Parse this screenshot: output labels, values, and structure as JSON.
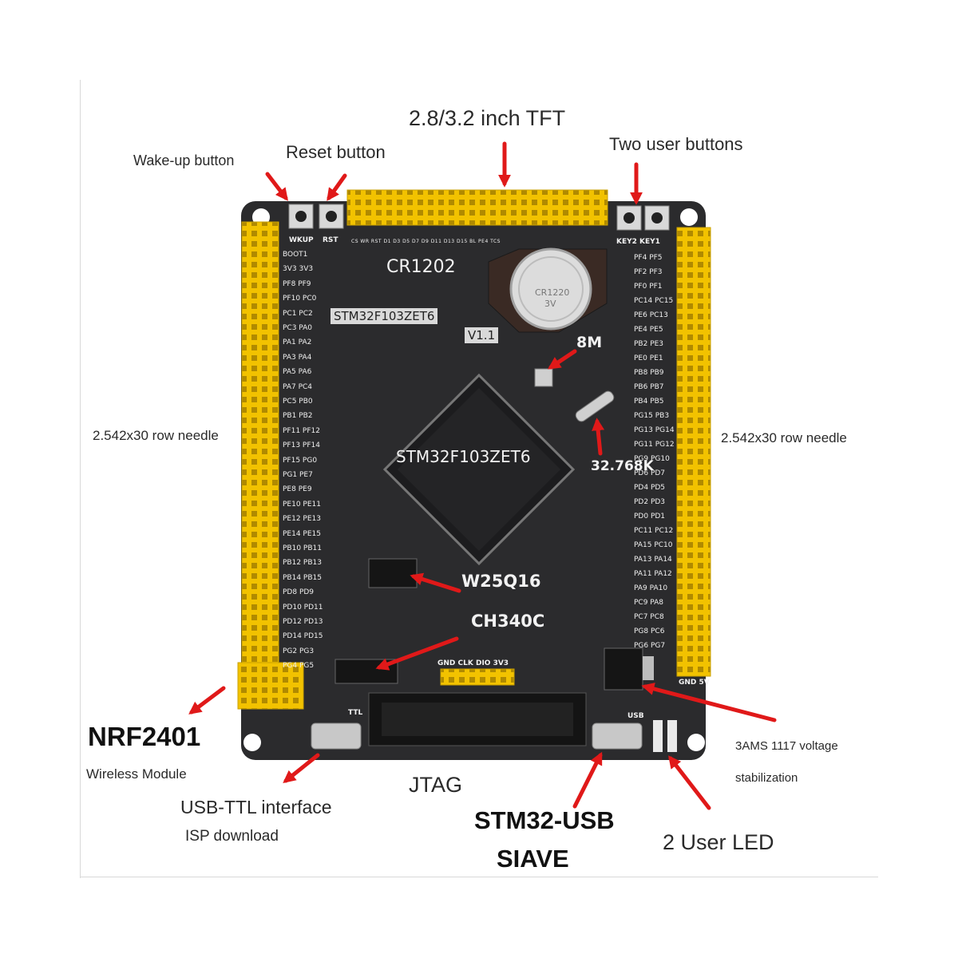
{
  "labels": {
    "tft": "2.8/3.2 inch TFT",
    "reset": "Reset button",
    "wakeup": "Wake-up button",
    "user_buttons": "Two user buttons",
    "row_left": "2.542x30 row needle",
    "row_right": "2.542x30 row needle",
    "nrf": "NRF2401",
    "wireless": "Wireless Module",
    "usb_ttl": "USB-TTL interface",
    "isp": "ISP download",
    "jtag": "JTAG",
    "stm_usb_1": "STM32-USB",
    "stm_usb_2": "SIAVE",
    "led": "2 User LED",
    "ams_1": "3AMS 1117 voltage",
    "ams_2": "stabilization"
  },
  "board": {
    "cr1202": "CR1202",
    "chip_label_top": "STM32F103ZET6",
    "version": "V1.1",
    "crystal_8m": "8M",
    "chip_main": "STM32F103ZET6",
    "crystal_32k": "32.768K",
    "flash": "W25Q16",
    "usb_chip": "CH340C",
    "battery": "CR1220",
    "battery_v": "3V",
    "silk_wkup": "WKUP",
    "silk_rst": "RST",
    "silk_key": "KEY2 KEY1",
    "silk_swd": "GND CLK DIO 3V3",
    "silk_ttl": "TTL",
    "silk_usb": "USB",
    "silk_gnd5v": "GND 5V",
    "tft_pins": "CS  WR  RST  D1  D3  D5  D7  D9  D11  D13  D15  BL  PE4  TCS"
  },
  "pins_left": [
    "BOOT1",
    "3V3 3V3",
    "PF8 PF9",
    "PF10 PC0",
    "PC1 PC2",
    "PC3 PA0",
    "PA1 PA2",
    "PA3 PA4",
    "PA5 PA6",
    "PA7 PC4",
    "PC5 PB0",
    "PB1 PB2",
    "PF11 PF12",
    "PF13 PF14",
    "PF15 PG0",
    "PG1 PE7",
    "PE8 PE9",
    "PE10 PE11",
    "PE12 PE13",
    "PE14 PE15",
    "PB10 PB11",
    "PB12 PB13",
    "PB14 PB15",
    "PD8 PD9",
    "PD10 PD11",
    "PD12 PD13",
    "PD14 PD15",
    "PG2 PG3",
    "PG4 PG5"
  ],
  "pins_right": [
    "PF4 PF5",
    "PF2 PF3",
    "PF0 PF1",
    "PC14 PC15",
    "PE6 PC13",
    "PE4 PE5",
    "PB2 PE3",
    "PE0 PE1",
    "PB8 PB9",
    "PB6 PB7",
    "PB4 PB5",
    "PG15 PB3",
    "PG13 PG14",
    "PG11 PG12",
    "PG9 PG10",
    "PD6 PD7",
    "PD4 PD5",
    "PD2 PD3",
    "PD0 PD1",
    "PC11 PC12",
    "PA15 PC10",
    "PA13 PA14",
    "PA11 PA12",
    "PA9 PA10",
    "PC9 PA8",
    "PC7 PC8",
    "PG8 PC6",
    "PG6 PG7"
  ],
  "colors": {
    "board": "#2b2b2d",
    "header": "#f2c200",
    "arrow": "#e01919"
  }
}
